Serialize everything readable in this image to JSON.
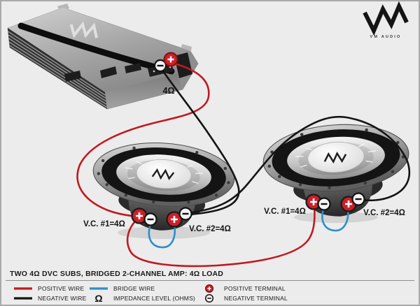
{
  "brand": {
    "name": "VM AUDIO"
  },
  "amp": {
    "impedance": "4Ω"
  },
  "subwoofers": {
    "left": {
      "vc1": "V.C. #1=4Ω",
      "vc2": "V.C. #2=4Ω"
    },
    "right": {
      "vc1": "V.C. #1=4Ω",
      "vc2": "V.C. #2=4Ω"
    }
  },
  "legend": {
    "title": "TWO 4Ω DVC SUBS, BRIDGED 2-CHANNEL AMP: 4Ω LOAD",
    "positive_wire": "POSITIVE WIRE",
    "negative_wire": "NEGATIVE WIRE",
    "bridge_wire": "BRIDGE WIRE",
    "impedance_symbol": "Ω",
    "impedance_label": "IMPEDANCE LEVEL (OHMS)",
    "positive_terminal": "POSITIVE TERMINAL",
    "negative_terminal": "NEGATIVE TERMINAL"
  },
  "colors": {
    "background": "#ececec",
    "positive_wire": "#c01a20",
    "negative_wire": "#141414",
    "bridge_wire": "#2d8fc9",
    "positive_terminal": "#cc2027",
    "negative_terminal": "#f5f5f5"
  }
}
